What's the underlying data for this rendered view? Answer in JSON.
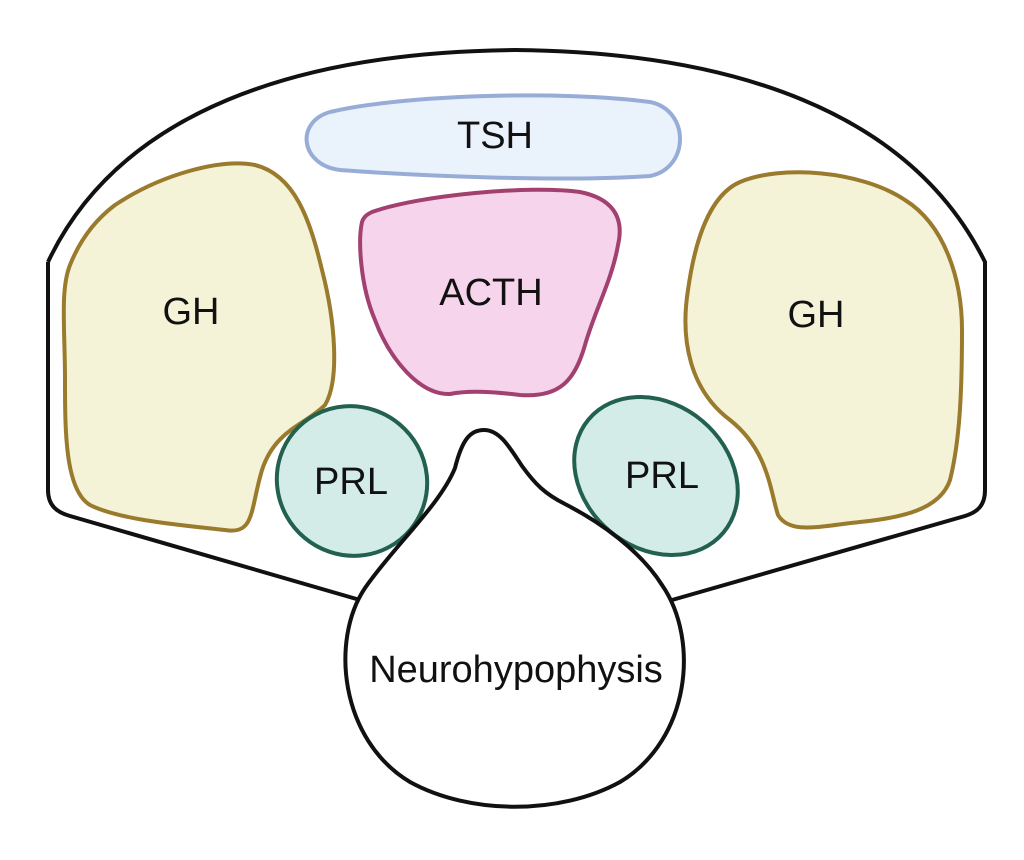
{
  "labels": {
    "tsh": "TSH",
    "acth": "ACTH",
    "gh_left": "GH",
    "gh_right": "GH",
    "prl_left": "PRL",
    "prl_right": "PRL",
    "neurohypophysis": "Neurohypophysis"
  },
  "colors": {
    "outline": "#111111",
    "gh_fill": "#f4f3d7",
    "gh_stroke": "#9a7a2c",
    "acth_fill": "#f6d4ec",
    "acth_stroke": "#a2406f",
    "tsh_fill": "#eaf2fb",
    "tsh_stroke": "#97acd6",
    "prl_fill": "#d3ece8",
    "prl_stroke": "#22604f"
  }
}
